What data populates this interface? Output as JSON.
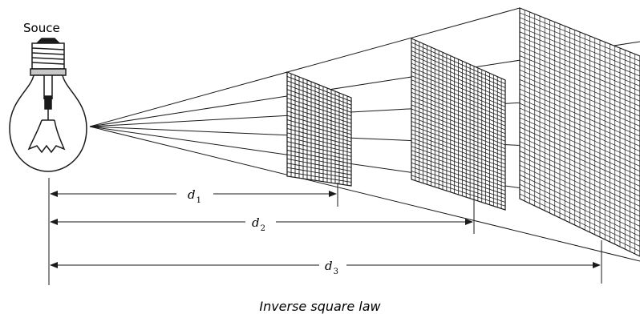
{
  "labels": {
    "source": "Souce",
    "d1": "d",
    "d1_sub": "1",
    "d2": "d",
    "d2_sub": "2",
    "d3": "d",
    "d3_sub": "3",
    "caption": "Inverse square law"
  },
  "icons": {
    "bulb": "light-bulb-icon"
  },
  "colors": {
    "line": "#1a1a1a",
    "grid_fill": "#ffffff"
  }
}
